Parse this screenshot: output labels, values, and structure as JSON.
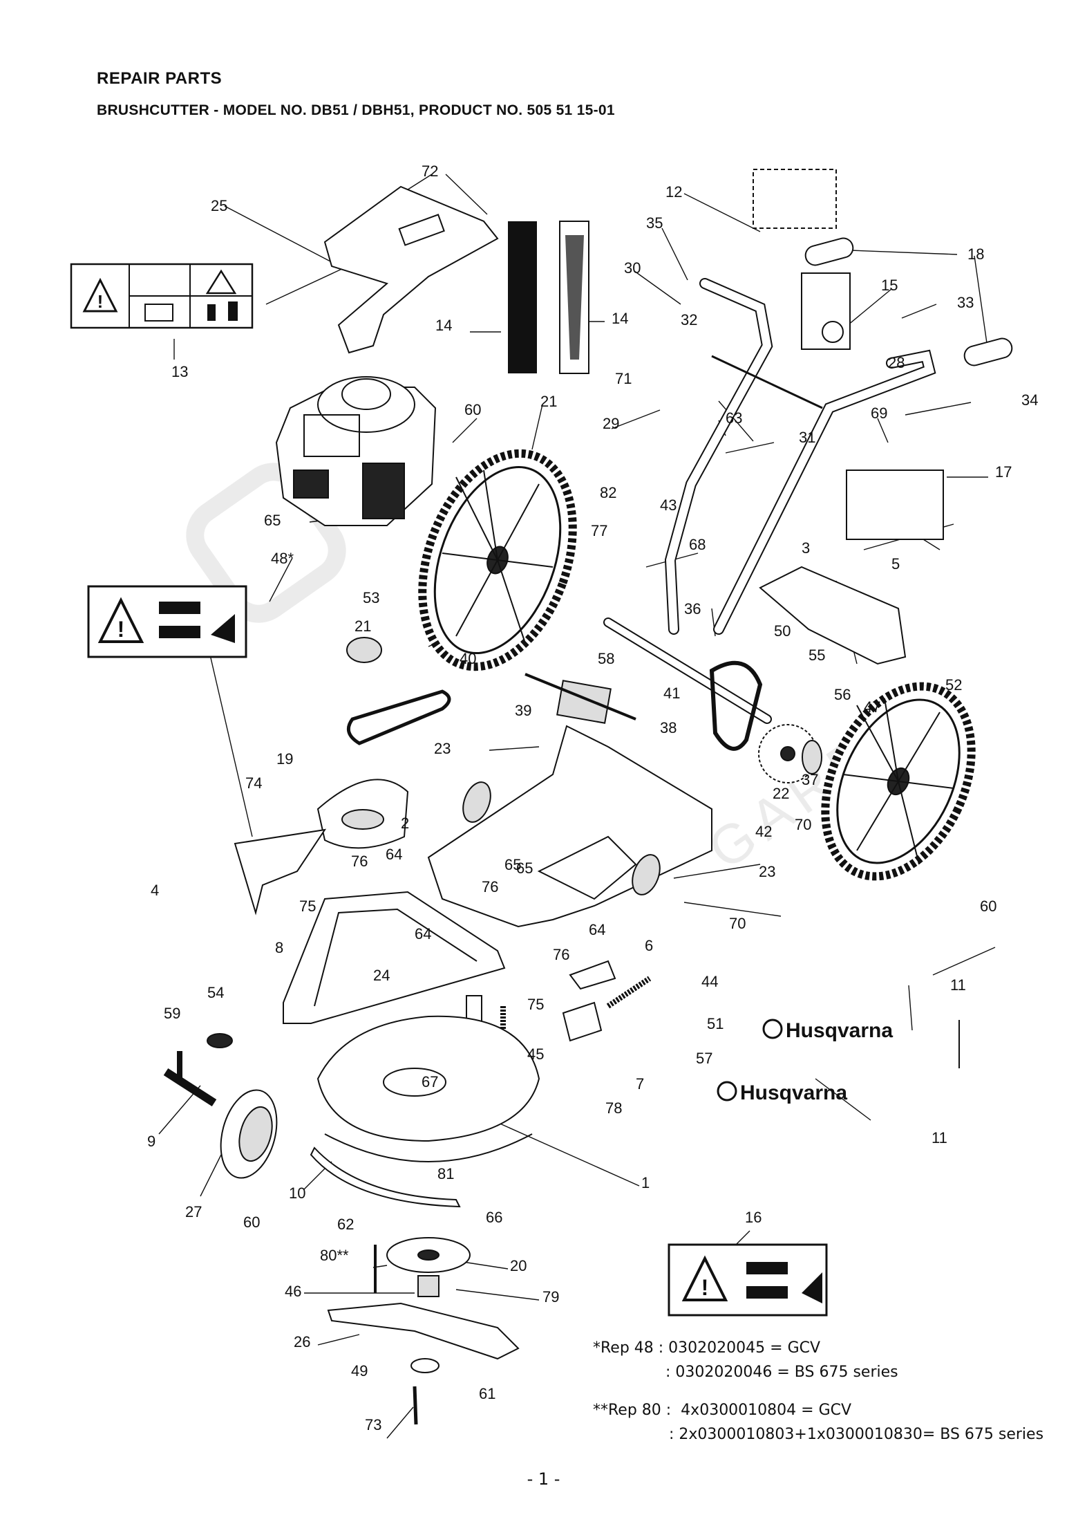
{
  "header": {
    "title": "REPAIR PARTS",
    "subtitle": "BRUSHCUTTER - MODEL NO. DB51 / DBH51, PRODUCT NO. 505 51 15-01"
  },
  "brand": {
    "logo_text": "Husqvarna",
    "watermark_text": "GARDEN"
  },
  "callouts": [
    "72",
    "25",
    "13",
    "14",
    "14",
    "12",
    "35",
    "30",
    "32",
    "18",
    "15",
    "33",
    "28",
    "71",
    "34",
    "21",
    "60",
    "29",
    "63",
    "69",
    "31",
    "17",
    "82",
    "43",
    "3",
    "65",
    "48*",
    "77",
    "68",
    "5",
    "53",
    "36",
    "50",
    "52",
    "21",
    "40",
    "58",
    "55",
    "56",
    "47",
    "41",
    "39",
    "38",
    "19",
    "23",
    "37",
    "22",
    "42",
    "70",
    "74",
    "2",
    "65",
    "60",
    "76",
    "64",
    "76",
    "65",
    "23",
    "4",
    "75",
    "70",
    "64",
    "8",
    "64",
    "24",
    "76",
    "6",
    "44",
    "11",
    "54",
    "75",
    "59",
    "51",
    "45",
    "57",
    "67",
    "7",
    "78",
    "11",
    "9",
    "81",
    "1",
    "10",
    "66",
    "27",
    "60",
    "62",
    "16",
    "80**",
    "20",
    "46",
    "79",
    "26",
    "49",
    "61",
    "73"
  ],
  "notes": {
    "rep48_line1": "*Rep 48 : 0302020045 = GCV",
    "rep48_line2": ": 0302020046 = BS 675 series",
    "rep80_line1": "**Rep 80 :  4x0300010804 = GCV",
    "rep80_line2": ": 2x0300010803+1x0300010830= BS 675 series"
  },
  "footer": {
    "page_number": "- 1 -"
  },
  "colors": {
    "ink": "#111111",
    "background": "#ffffff",
    "watermark": "#eeeeee"
  }
}
